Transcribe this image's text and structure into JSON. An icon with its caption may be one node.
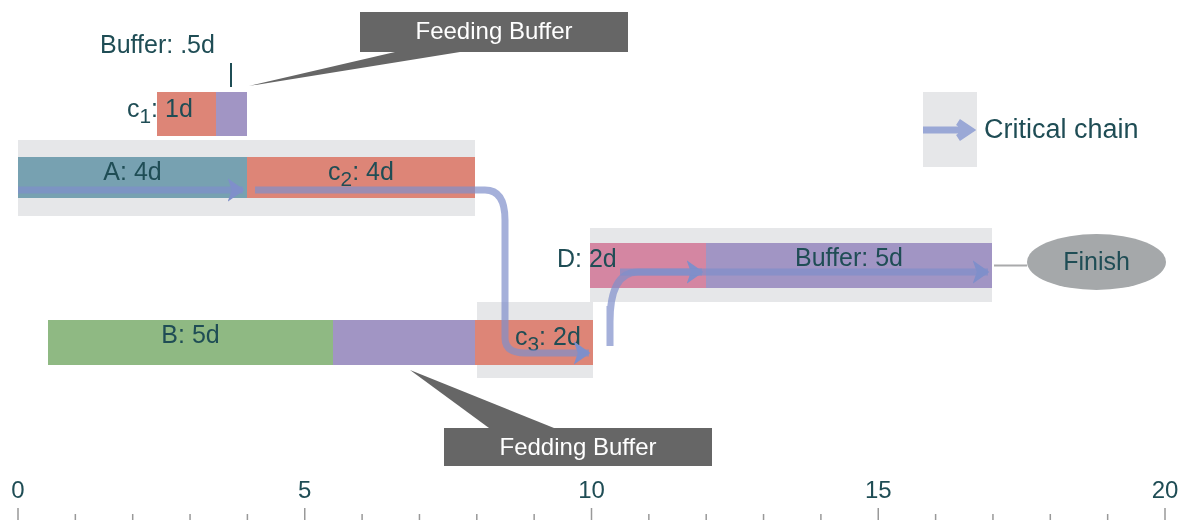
{
  "diagram": {
    "nodes": [
      {
        "text": [
          "c$_{1}$: 1d"
        ]
      },
      {
        "text": [
          "Buffer: .5d"
        ]
      },
      {
        "text": [
          "Feeding Buffer"
        ]
      },
      {
        "text": [
          "A: 4d"
        ]
      },
      {
        "text": [
          "c$_{2}$: 4d"
        ]
      },
      {
        "text": [
          "B: 5d"
        ]
      },
      {
        "text": [],
        "shape": "bar"
      },
      {
        "text": [
          "c$_{3}$: 2d"
        ]
      },
      {
        "text": [
          "D: 2d"
        ]
      },
      {
        "text": [
          "Buffer: 5d"
        ]
      },
      {
        "text": [
          "Finish"
        ]
      },
      {
        "text": [
          "Fedding Buffer"
        ]
      }
    ],
    "edges": [
      {
        "from": 3,
        "to": 4,
        "arrow": "to"
      },
      {
        "from": 4,
        "to": 7,
        "arrow": "to"
      },
      {
        "from": 7,
        "to": 8,
        "arrow": "to"
      },
      {
        "from": 8,
        "to": 9,
        "arrow": "to"
      },
      {
        "from": 9,
        "to": 10,
        "arrow": "none",
        "color": "#a9aaab"
      },
      {
        "from": 2,
        "to": 1,
        "arrow": "none",
        "color": "#666666"
      },
      {
        "from": 11,
        "to": 6,
        "arrow": "none",
        "color": "#666666"
      }
    ],
    "labels": [
      "0",
      "5",
      "10",
      "15",
      "20"
    ],
    "legend": [
      {
        "text": "Critical chain"
      }
    ]
  }
}
